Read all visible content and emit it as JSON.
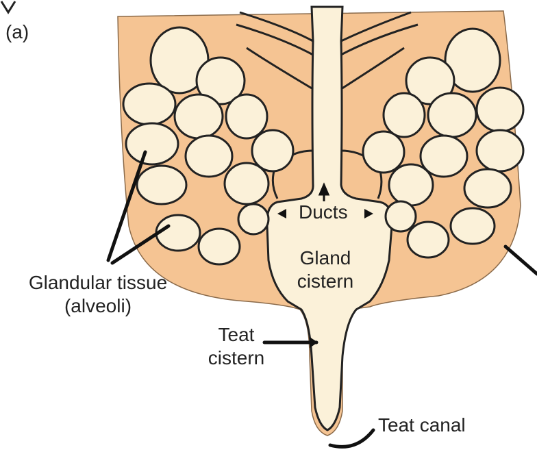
{
  "figure": {
    "panel_label": "(a)",
    "labels": {
      "glandular_tissue_line1": "Glandular tissue",
      "glandular_tissue_line2": "(alveoli)",
      "ducts": "Ducts",
      "gland_cistern_line1": "Gland",
      "gland_cistern_line2": "cistern",
      "teat_cistern_line1": "Teat",
      "teat_cistern_line2": "cistern",
      "teat_canal": "Teat canal"
    },
    "colors": {
      "tissue_fill": "#f5c493",
      "lumen_fill": "#fbf1d9",
      "outline": "#222222",
      "text": "#222222"
    }
  }
}
